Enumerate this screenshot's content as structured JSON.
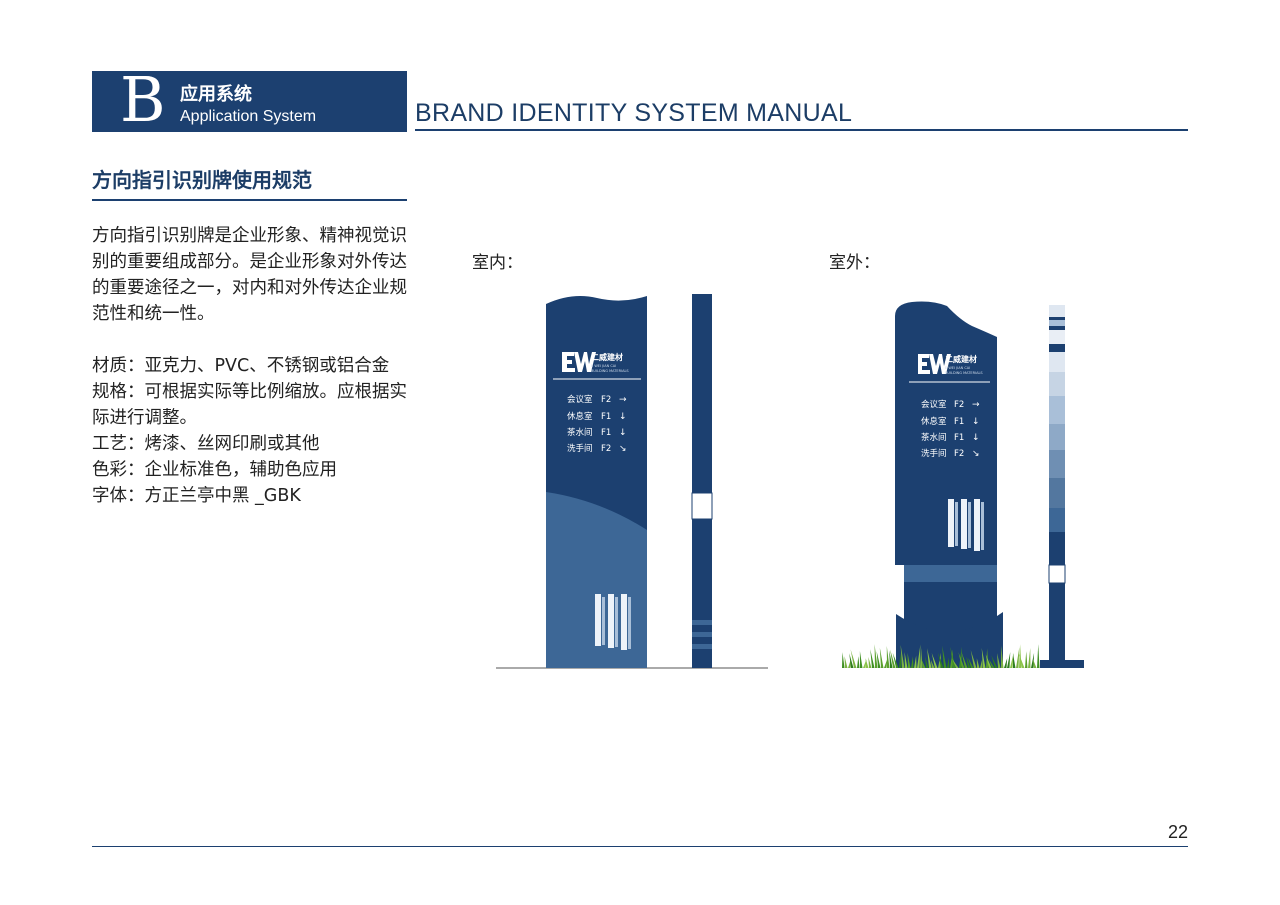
{
  "header": {
    "letter": "B",
    "section_cn": "应用系统",
    "section_en": "Application System",
    "manual_title": "BRAND IDENTITY SYSTEM MANUAL"
  },
  "section": {
    "title": "方向指引识别牌使用规范",
    "intro": "方向指引识别牌是企业形象、精神视觉识别的重要组成部分。是企业形象对外传达的重要途径之一，对内和对外传达企业规范性和统一性。",
    "specs": [
      "材质：亚克力、PVC、不锈钢或铝合金",
      "规格：可根据实际等比例缩放。应根据实际进行调整。",
      "工艺：烤漆、丝网印刷或其他",
      "色彩：企业标准色，辅助色应用",
      "字体：方正兰亭中黑 _GBK"
    ]
  },
  "indoor": {
    "label": "室内：",
    "brand_cn": "二威建材",
    "brand_en_line1": "E WEI JIAN CAI",
    "brand_en_line2": "BUILDING MATERIALS",
    "directions": [
      {
        "room": "会议室",
        "floor": "F2",
        "arrow": "→"
      },
      {
        "room": "休息室",
        "floor": "F1",
        "arrow": "↓"
      },
      {
        "room": "茶水间",
        "floor": "F1",
        "arrow": "↓"
      },
      {
        "room": "洗手间",
        "floor": "F2",
        "arrow": "↘"
      }
    ]
  },
  "outdoor": {
    "label": "室外：",
    "brand_cn": "二威建材",
    "brand_en_line1": "E WEI JIAN CAI",
    "brand_en_line2": "BUILDING MATERIALS",
    "directions": [
      {
        "room": "会议室",
        "floor": "F2",
        "arrow": "→"
      },
      {
        "room": "休息室",
        "floor": "F1",
        "arrow": "↓"
      },
      {
        "room": "茶水间",
        "floor": "F1",
        "arrow": "↓"
      },
      {
        "room": "洗手间",
        "floor": "F2",
        "arrow": "↘"
      }
    ]
  },
  "footer": {
    "page_number": "22"
  },
  "colors": {
    "brand_navy": "#1c4070",
    "accent_blue": "#3d6796",
    "light_blue": "#a9bfd8",
    "grass_green": "#5aa02c"
  }
}
